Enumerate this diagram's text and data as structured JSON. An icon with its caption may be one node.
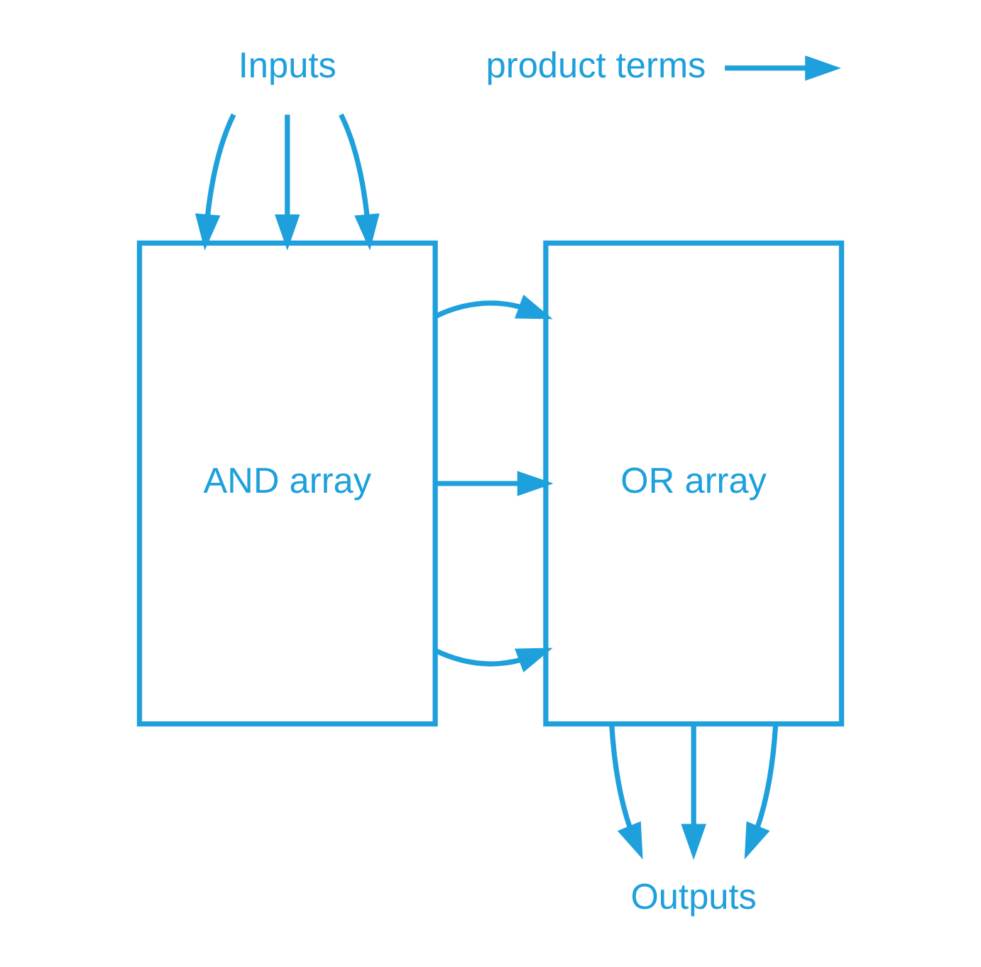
{
  "diagram": {
    "nodes": [
      {
        "text": [
          "Inputs"
        ]
      },
      {
        "text": [
          "AND array"
        ]
      },
      {
        "text": [
          "OR array"
        ]
      },
      {
        "text": [
          "Outputs"
        ]
      },
      {
        "text": [
          "product terms"
        ]
      }
    ],
    "edges": [
      {
        "from": 0,
        "to": 1,
        "arrow": "to"
      },
      {
        "from": 0,
        "to": 1,
        "arrow": "to"
      },
      {
        "from": 0,
        "to": 1,
        "arrow": "to"
      },
      {
        "from": 1,
        "to": 2,
        "arrow": "to"
      },
      {
        "from": 1,
        "to": 2,
        "arrow": "to"
      },
      {
        "from": 1,
        "to": 2,
        "arrow": "to"
      },
      {
        "from": 2,
        "to": 3,
        "arrow": "to"
      },
      {
        "from": 2,
        "to": 3,
        "arrow": "to"
      },
      {
        "from": 2,
        "to": 3,
        "arrow": "to"
      },
      {
        "from": 4,
        "to": null,
        "arrow": "to"
      }
    ]
  }
}
